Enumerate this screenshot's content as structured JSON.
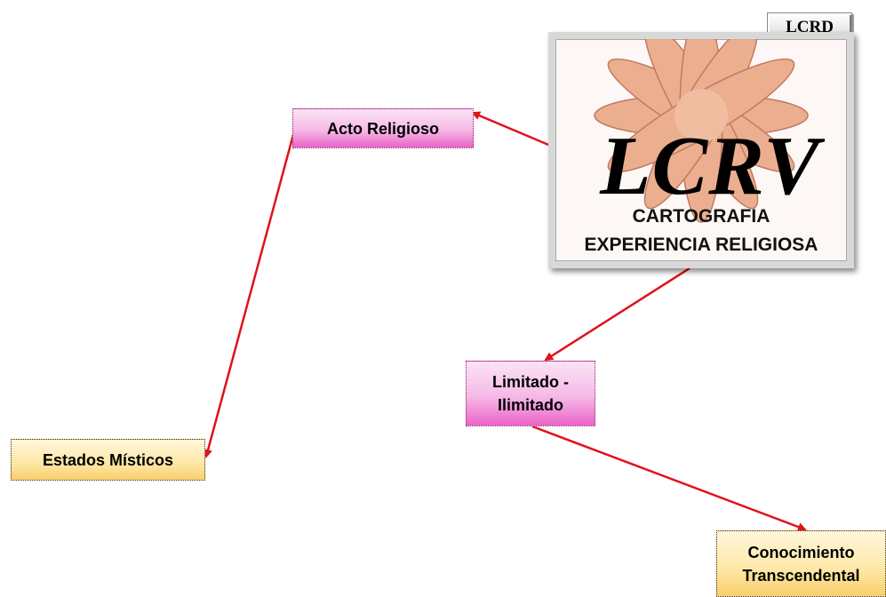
{
  "badge": {
    "label": "LCRD"
  },
  "central": {
    "logo": "LCRV",
    "subtitle_line1": "CARTOGRAFIA",
    "subtitle_line2": "EXPERIENCIA RELIGIOSA"
  },
  "nodes": {
    "acto": "Acto Religioso",
    "limitado_line1": "Limitado -",
    "limitado_line2": "Ilimitado",
    "estados": "Estados Místicos",
    "conocimiento_line1": "Conocimiento",
    "conocimiento_line2": "Transcendental"
  },
  "colors": {
    "arrow": "#e0121a",
    "pink_node": "#f5b9e6",
    "yellow_node": "#fde7a6"
  }
}
